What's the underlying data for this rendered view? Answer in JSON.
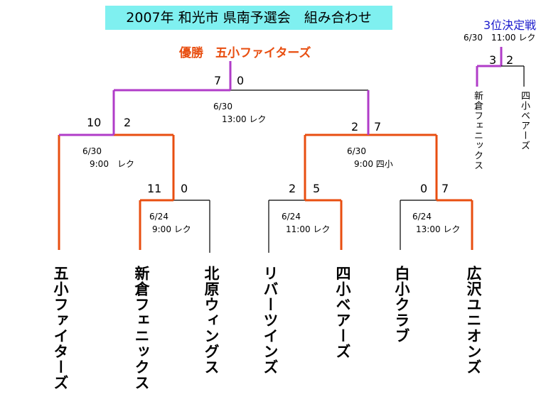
{
  "title": "2007年 和光市 県南予選会　組み合わせ",
  "champion": "優勝　五小ファイターズ",
  "colors": {
    "winner": "#e84e10",
    "final": "#b03cc8",
    "loser": "#000000",
    "title_bg": "#7ff0f0",
    "third_title": "#1a1acc"
  },
  "teams": [
    "五小ファイターズ",
    "新倉フェニックス",
    "北原ウィングス",
    "リバーツインズ",
    "四小ベアーズ",
    "白小クラブ",
    "広沢ユニオンズ"
  ],
  "matches": {
    "r1a": {
      "score_left": "11",
      "score_right": "0",
      "date": "6/24",
      "time": "9:00 レク"
    },
    "r1b": {
      "score_left": "2",
      "score_right": "5",
      "date": "6/24",
      "time": "11:00 レク"
    },
    "r1c": {
      "score_left": "0",
      "score_right": "7",
      "date": "6/24",
      "time": "13:00 レク"
    },
    "sfa": {
      "score_left": "10",
      "score_right": "2",
      "date": "6/30",
      "time": "9:00　レク"
    },
    "sfb": {
      "score_left": "2",
      "score_right": "7",
      "date": "6/30",
      "time": "9:00 四小"
    },
    "final": {
      "score_left": "7",
      "score_right": "0",
      "date": "6/30",
      "time": "13:00 レク"
    }
  },
  "third_place": {
    "title": "3位決定戦",
    "datetime": "6/30　11:00 レク",
    "score_left": "3",
    "score_right": "2",
    "team_left": "新倉フェニックス",
    "team_right": "四小ベアーズ"
  }
}
